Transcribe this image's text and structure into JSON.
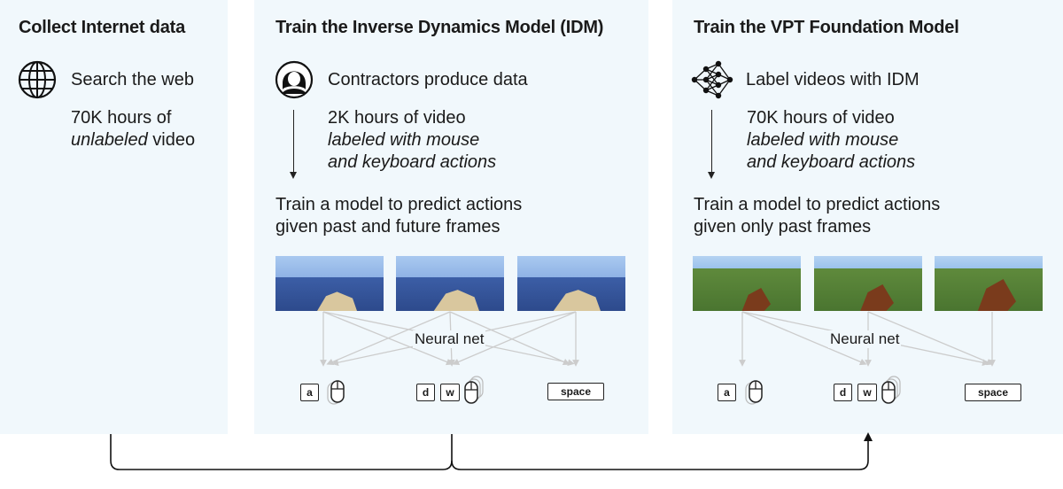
{
  "panels": [
    {
      "title": "Collect Internet data",
      "step": "Search the web",
      "lines": [
        {
          "text": "70K hours of",
          "italic": false
        },
        {
          "pre": "",
          "italic_part": "unlabeled",
          "post": " video"
        }
      ]
    },
    {
      "title": "Train the Inverse Dynamics Model (IDM)",
      "step": "Contractors produce data",
      "lines": [
        "2K hours of video",
        "labeled with mouse",
        "and keyboard actions"
      ],
      "train_lines": [
        "Train a model to predict actions",
        "given past and future frames"
      ],
      "net_label": "Neural net",
      "keys": [
        "a",
        "d",
        "w",
        "space"
      ]
    },
    {
      "title": "Train the VPT Foundation Model",
      "step": "Label videos with IDM",
      "lines": [
        "70K hours of video",
        "labeled with mouse",
        "and keyboard actions"
      ],
      "train_lines": [
        "Train a model to predict actions",
        "given only past frames"
      ],
      "net_label": "Neural net",
      "keys": [
        "a",
        "d",
        "w",
        "space"
      ]
    }
  ],
  "icons": {
    "p1": "globe-icon",
    "p2": "contractor-avatar-icon",
    "p3": "neural-network-icon"
  },
  "colors": {
    "panel_bg": "#f1f8fc",
    "connector": "#cccccc",
    "ink": "#1a1a1a"
  }
}
